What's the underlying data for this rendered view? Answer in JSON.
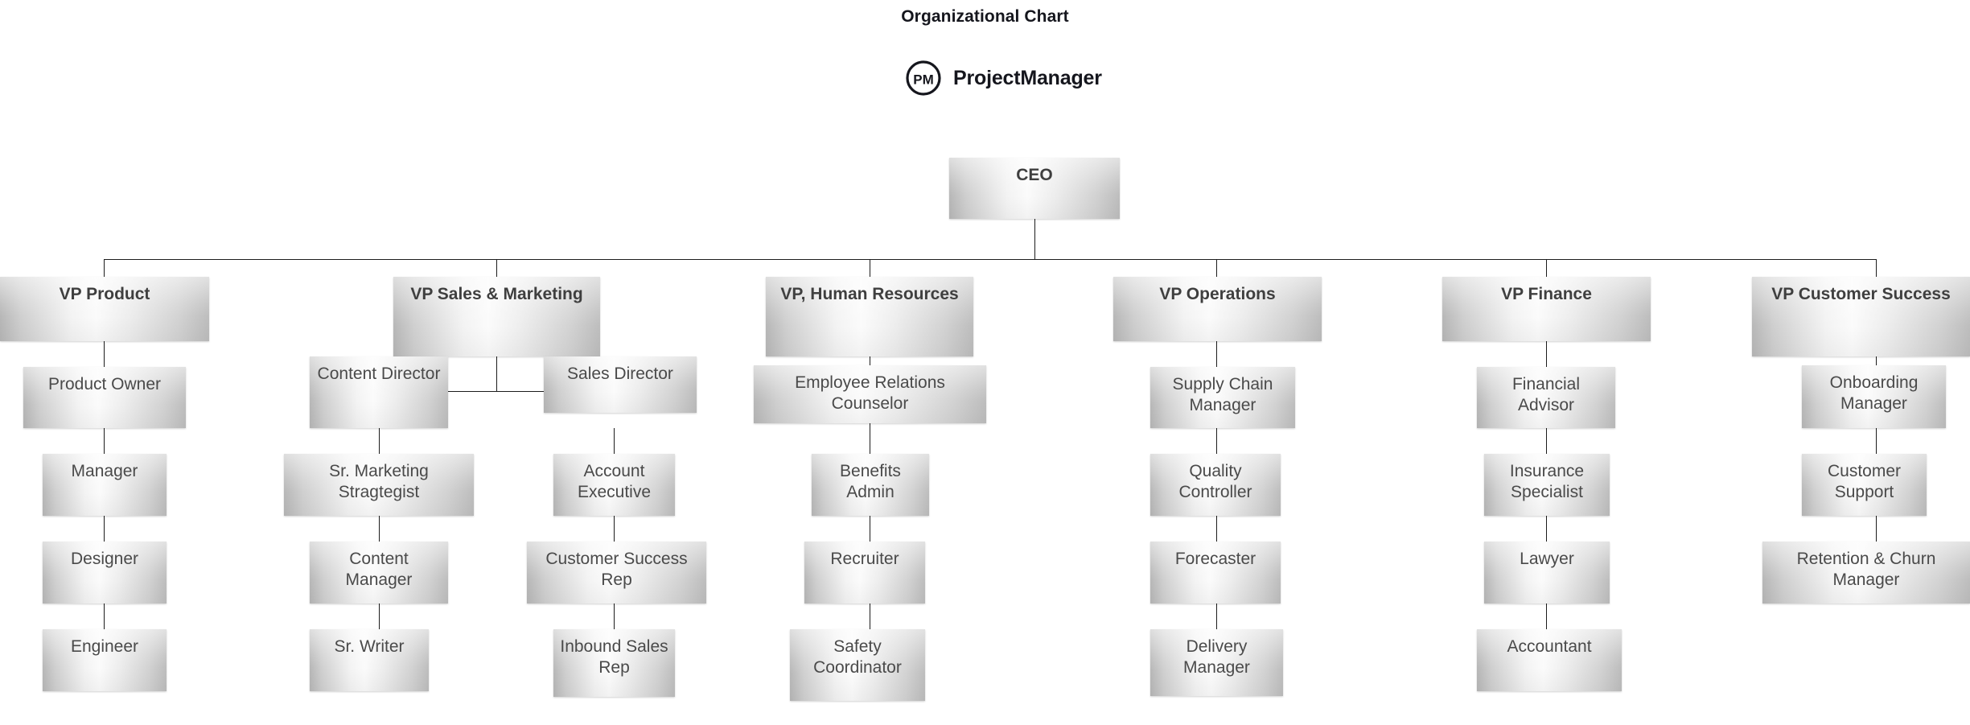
{
  "header": {
    "title": "Organizational Chart",
    "brand_name": "ProjectManager",
    "brand_mark_text": "PM",
    "brand_mark_icon": "pm-circle-logo-icon"
  },
  "colors": {
    "title_text": "#15161d",
    "node_text": "#4a4a4a",
    "vp_text": "#3f3f3f",
    "connector": "#1c1c1c",
    "node_fill_light": "#fbfbfb",
    "node_fill_dark": "#b7b7b7",
    "background": "#ffffff"
  },
  "chart_data": {
    "type": "diagram",
    "diagram_type": "organizational-chart",
    "title": "Organizational Chart",
    "root": "CEO",
    "nodes": [
      {
        "id": "ceo",
        "label": "CEO",
        "level": 0,
        "parent": null
      },
      {
        "id": "vp-product",
        "label": "VP Product",
        "level": 1,
        "parent": "ceo"
      },
      {
        "id": "vp-sales-marketing",
        "label": "VP Sales & Marketing",
        "level": 1,
        "parent": "ceo"
      },
      {
        "id": "vp-hr",
        "label": "VP, Human Resources",
        "level": 1,
        "parent": "ceo"
      },
      {
        "id": "vp-operations",
        "label": "VP Operations",
        "level": 1,
        "parent": "ceo"
      },
      {
        "id": "vp-finance",
        "label": "VP Finance",
        "level": 1,
        "parent": "ceo"
      },
      {
        "id": "vp-customer-success",
        "label": "VP Customer Success",
        "level": 1,
        "parent": "ceo"
      },
      {
        "id": "product-owner",
        "label": "Product Owner",
        "level": 2,
        "parent": "vp-product"
      },
      {
        "id": "manager",
        "label": "Manager",
        "level": 3,
        "parent": "product-owner"
      },
      {
        "id": "designer",
        "label": "Designer",
        "level": 4,
        "parent": "manager"
      },
      {
        "id": "engineer",
        "label": "Engineer",
        "level": 5,
        "parent": "designer"
      },
      {
        "id": "content-director",
        "label": "Content Director",
        "level": 2,
        "parent": "vp-sales-marketing"
      },
      {
        "id": "sr-marketing-stragtegist",
        "label": "Sr. Marketing Stragtegist",
        "level": 3,
        "parent": "content-director"
      },
      {
        "id": "content-manager",
        "label": "Content Manager",
        "level": 4,
        "parent": "sr-marketing-stragtegist"
      },
      {
        "id": "sr-writer",
        "label": "Sr. Writer",
        "level": 5,
        "parent": "content-manager"
      },
      {
        "id": "sales-director",
        "label": "Sales Director",
        "level": 2,
        "parent": "vp-sales-marketing"
      },
      {
        "id": "account-executive",
        "label": "Account Executive",
        "level": 3,
        "parent": "sales-director"
      },
      {
        "id": "customer-success-rep",
        "label": "Customer Success Rep",
        "level": 4,
        "parent": "account-executive"
      },
      {
        "id": "inbound-sales-rep",
        "label": "Inbound Sales Rep",
        "level": 5,
        "parent": "customer-success-rep"
      },
      {
        "id": "employee-relations-counselor",
        "label": "Employee Relations Counselor",
        "level": 2,
        "parent": "vp-hr"
      },
      {
        "id": "benefits-admin",
        "label": "Benefits Admin",
        "level": 3,
        "parent": "employee-relations-counselor"
      },
      {
        "id": "recruiter",
        "label": "Recruiter",
        "level": 4,
        "parent": "benefits-admin"
      },
      {
        "id": "safety-coordinator",
        "label": "Safety Coordinator",
        "level": 5,
        "parent": "recruiter"
      },
      {
        "id": "supply-chain-manager",
        "label": "Supply Chain Manager",
        "level": 2,
        "parent": "vp-operations"
      },
      {
        "id": "quality-controller",
        "label": "Quality Controller",
        "level": 3,
        "parent": "supply-chain-manager"
      },
      {
        "id": "forecaster",
        "label": "Forecaster",
        "level": 4,
        "parent": "quality-controller"
      },
      {
        "id": "delivery-manager",
        "label": "Delivery Manager",
        "level": 5,
        "parent": "forecaster"
      },
      {
        "id": "financial-advisor",
        "label": "Financial Advisor",
        "level": 2,
        "parent": "vp-finance"
      },
      {
        "id": "insurance-specialist",
        "label": "Insurance Specialist",
        "level": 3,
        "parent": "financial-advisor"
      },
      {
        "id": "lawyer",
        "label": "Lawyer",
        "level": 4,
        "parent": "insurance-specialist"
      },
      {
        "id": "accountant",
        "label": "Accountant",
        "level": 5,
        "parent": "lawyer"
      },
      {
        "id": "onboarding-manager",
        "label": "Onboarding Manager",
        "level": 2,
        "parent": "vp-customer-success"
      },
      {
        "id": "customer-support",
        "label": "Customer Support",
        "level": 3,
        "parent": "onboarding-manager"
      },
      {
        "id": "retention-churn-manager",
        "label": "Retention & Churn Manager",
        "level": 4,
        "parent": "customer-support"
      }
    ]
  }
}
